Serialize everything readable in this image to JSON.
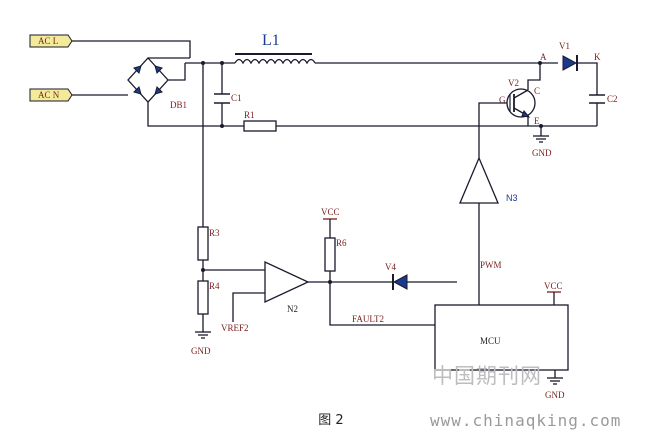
{
  "labels": {
    "ac_l": "AC L",
    "ac_n": "AC N",
    "db1": "DB1",
    "l1": "L1",
    "c1": "C1",
    "r1": "R1",
    "r3": "R3",
    "r4": "R4",
    "r6": "R6",
    "vref2": "VREF2",
    "gnd": "GND",
    "vcc": "VCC",
    "n2": "N2",
    "v4": "V4",
    "fault2": "FAULT2",
    "mcu": "MCU",
    "pwm": "PWM",
    "n3": "N3",
    "v1": "V1",
    "a": "A",
    "k": "K",
    "c2": "C2",
    "v2": "V2",
    "g": "G",
    "c": "C",
    "e": "E"
  },
  "caption": "图 2",
  "watermark": "中国期刊网",
  "url": "www.chinaqking.com",
  "colors": {
    "wire": "#1a1a2e",
    "label": "#7a1d1d",
    "blue_label": "#1a3a8c",
    "tag_fill": "#f3ea9a"
  }
}
